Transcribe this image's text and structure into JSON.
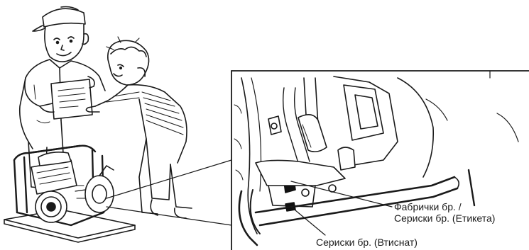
{
  "labels": {
    "model_serial_line1": "Фабрички бр. /",
    "model_serial_line2": "Сериски бр. (Етикета)",
    "stamped_serial": "Сериски бр. (Втиснат)"
  },
  "colors": {
    "ink": "#1a1a1a",
    "background": "#ffffff",
    "label_plate": "#111111"
  },
  "icons": {
    "figures": [
      "mechanic-with-clipboard",
      "worker-pointing"
    ],
    "equipment": "water-pump-generator-set"
  }
}
